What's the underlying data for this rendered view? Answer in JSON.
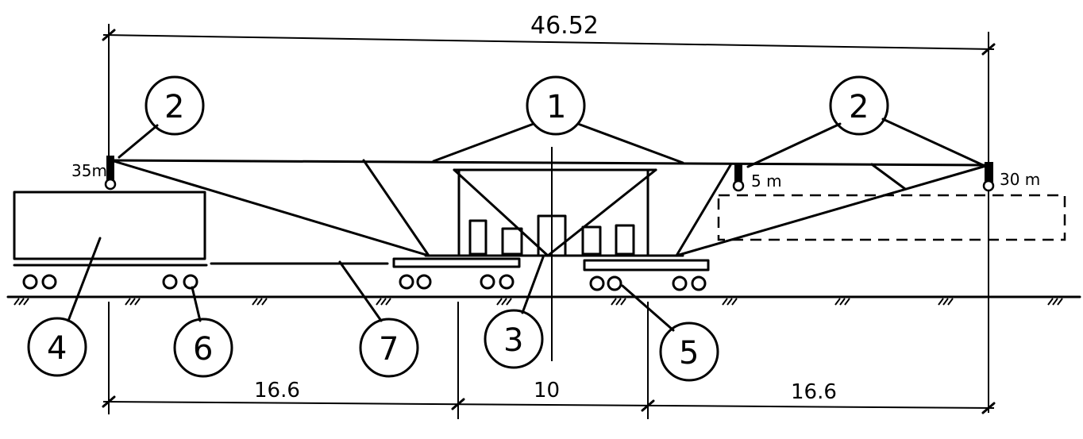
{
  "dimensions": {
    "total": "46.52",
    "left": "16.6",
    "center": "10",
    "right": "16.6"
  },
  "heights": {
    "left_hook": "35m",
    "right_inner_hook": "5 m",
    "right_outer_hook": "30 m"
  },
  "callouts": {
    "c1": "1",
    "c2_left": "2",
    "c2_right": "2",
    "c3": "3",
    "c4": "4",
    "c5": "5",
    "c6": "6",
    "c7": "7"
  }
}
